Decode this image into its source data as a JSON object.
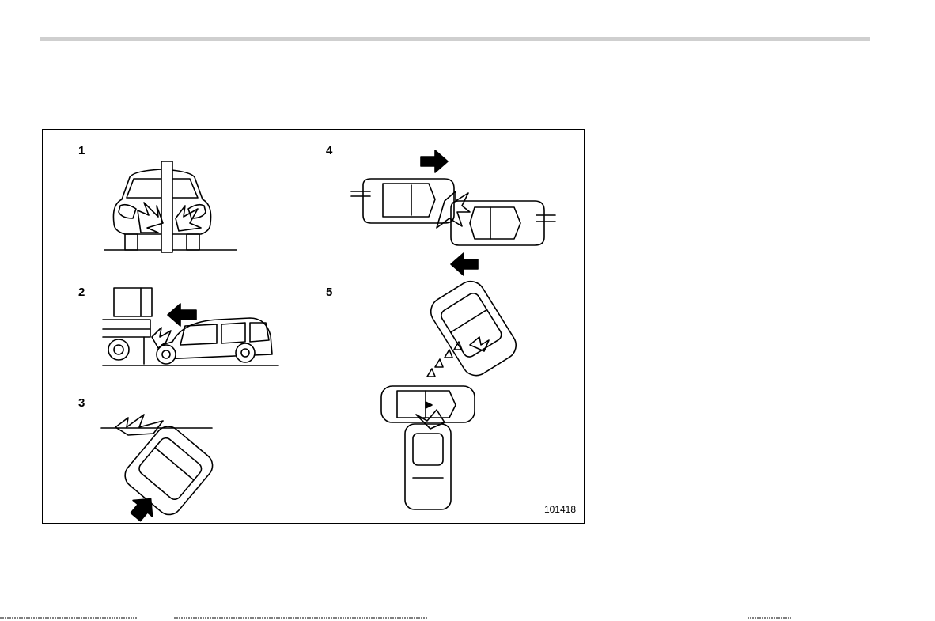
{
  "header": {
    "rule_color": "#cfcfcf"
  },
  "figure": {
    "panels": [
      {
        "number": "1",
        "scenario": "frontal-pole-collision"
      },
      {
        "number": "2",
        "scenario": "underride-truck-collision"
      },
      {
        "number": "3",
        "scenario": "angled-wall-collision"
      },
      {
        "number": "4",
        "scenario": "offset-frontal-collision"
      },
      {
        "number": "5",
        "scenario": "secondary-frontal-collision"
      }
    ],
    "code": "101418"
  },
  "icons": {
    "arrow": "direction-arrow-icon",
    "impact": "impact-burst-icon"
  }
}
